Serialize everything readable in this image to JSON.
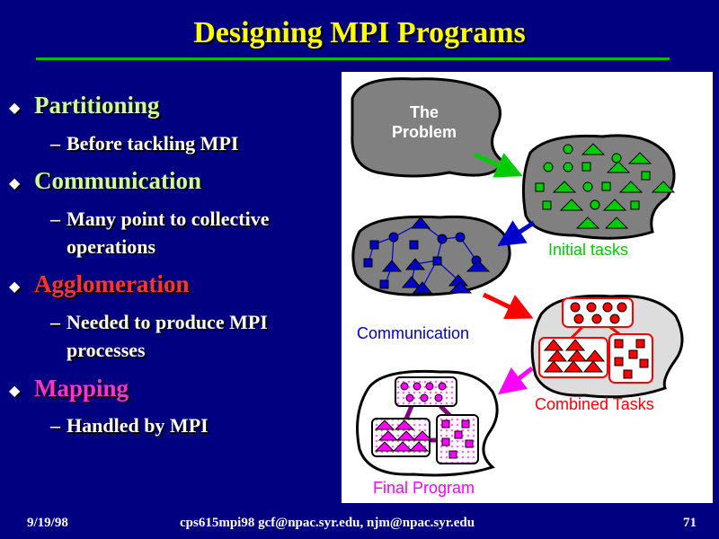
{
  "slide": {
    "title": "Designing MPI Programs",
    "bullets": [
      {
        "text": "Partitioning",
        "color": "#ccff99",
        "sub": [
          "Before tackling MPI"
        ]
      },
      {
        "text": "Communication",
        "color": "#ccff99",
        "sub": [
          "Many point to collective",
          "operations"
        ]
      },
      {
        "text": "Agglomeration",
        "color": "#ff3333",
        "sub": [
          "Needed to produce MPI",
          "processes"
        ]
      },
      {
        "text": "Mapping",
        "color": "#ff33cc",
        "sub": [
          "Handled by MPI"
        ]
      }
    ],
    "bullet_icon": "diamond-bullet-icon"
  },
  "diagram": {
    "labels": {
      "problem_line1": "The",
      "problem_line2": "Problem",
      "initial_tasks": "Initial tasks",
      "communication": "Communication",
      "combined_tasks": "Combined  Tasks",
      "final_program": "Final Program"
    },
    "colors": {
      "green": "#00cc00",
      "blue": "#0000cc",
      "red": "#ff0000",
      "magenta": "#ff00ff"
    }
  },
  "footer": {
    "date": "9/19/98",
    "course": "cps615mpi98    gcf@npac.syr.edu, njm@npac.syr.edu",
    "page": "71"
  }
}
